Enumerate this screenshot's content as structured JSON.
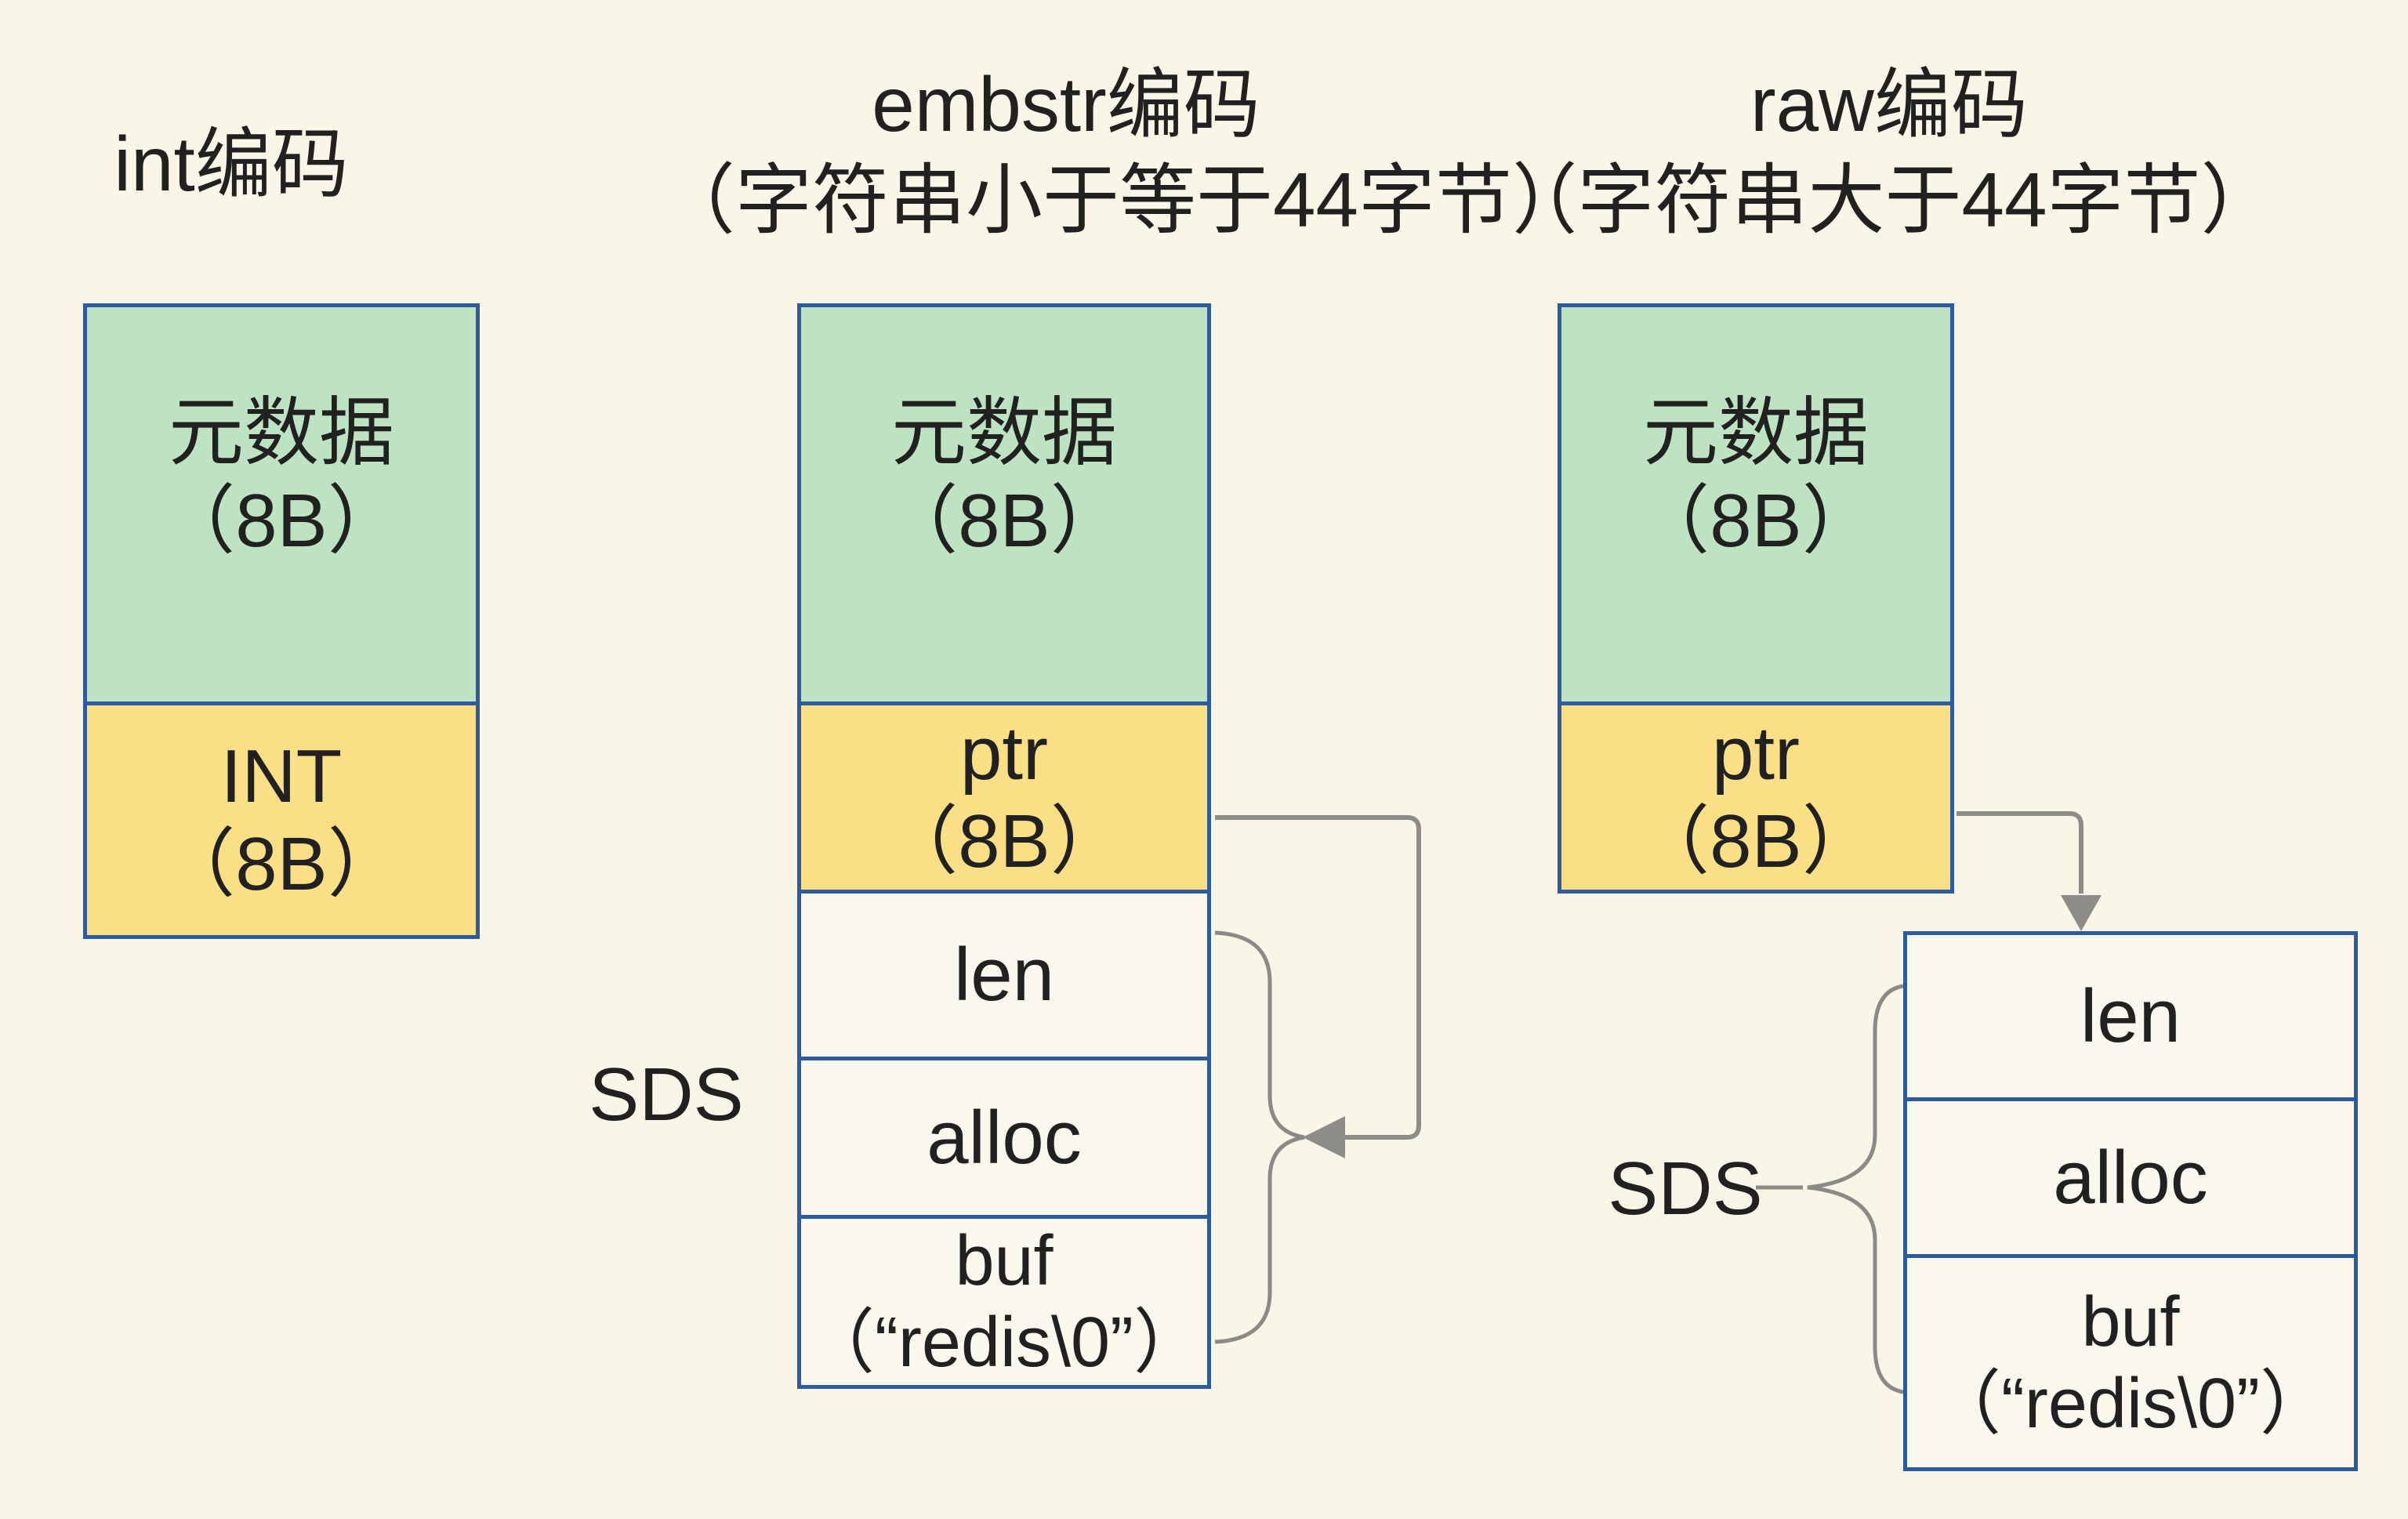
{
  "titles": {
    "int": "int编码",
    "embstr_line1": "embstr编码",
    "embstr_line2": "（字符串小于等于44字节）",
    "raw_line1": "raw编码",
    "raw_line2": "（字符串大于44字节）"
  },
  "int_column": {
    "meta_label": "元数据",
    "meta_size": "（8B）",
    "int_label": "INT",
    "int_size": "（8B）"
  },
  "embstr_column": {
    "meta_label": "元数据",
    "meta_size": "（8B）",
    "ptr_label": "ptr",
    "ptr_size": "（8B）",
    "sds_label": "SDS",
    "len_label": "len",
    "alloc_label": "alloc",
    "buf_label": "buf",
    "buf_value": "（“redis\\0”）"
  },
  "raw_column": {
    "meta_label": "元数据",
    "meta_size": "（8B）",
    "ptr_label": "ptr",
    "ptr_size": "（8B）",
    "sds_label": "SDS",
    "len_label": "len",
    "alloc_label": "alloc",
    "buf_label": "buf",
    "buf_value": "（“redis\\0”）"
  },
  "colors": {
    "background": "#F9F6E8",
    "metadata_fill": "#BEE3C2",
    "value_fill": "#FBDF86",
    "sds_fill": "#FAF8ED",
    "box_border": "#2E5A9E",
    "connector": "#8C8C89",
    "text": "#212121"
  }
}
